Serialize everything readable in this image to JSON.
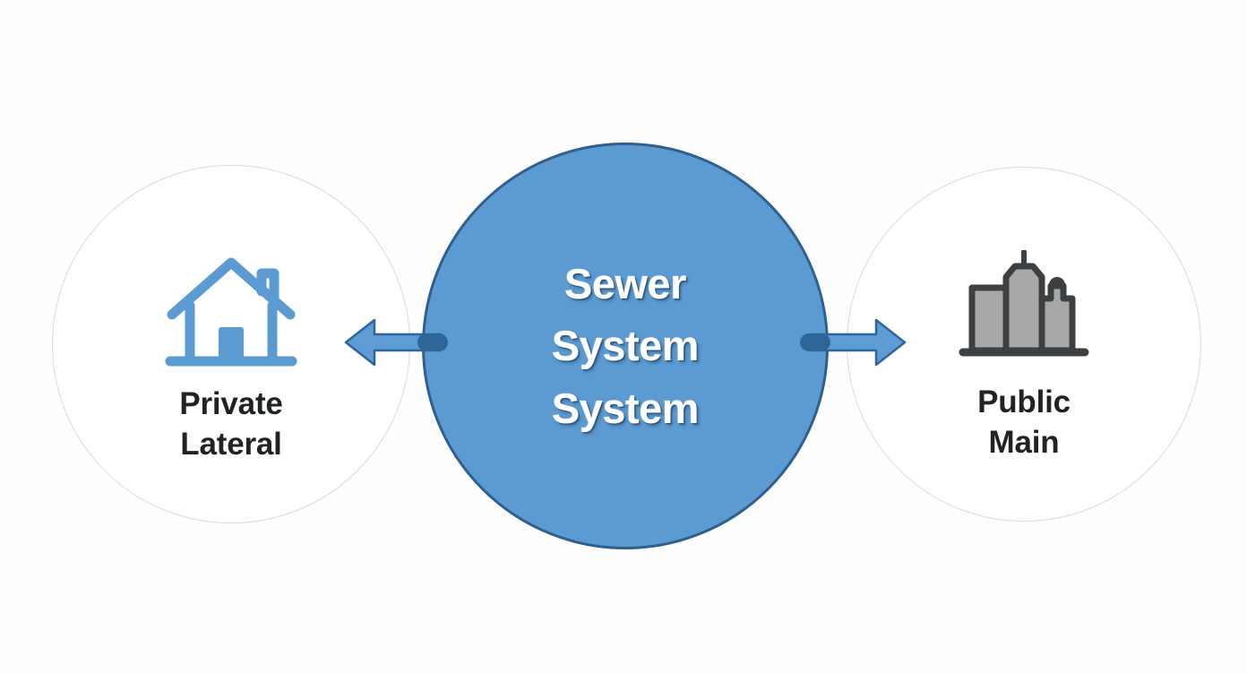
{
  "diagram": {
    "type": "hub-and-spoke",
    "background_color": "#fefefe",
    "hub": {
      "label": "Sewer\nSystem\nSystem",
      "lines": [
        "Sewer",
        "System",
        "System"
      ],
      "fill_color": "#5b9bd1",
      "border_color": "#2f5f8f",
      "text_color": "#ffffff"
    },
    "nodes": [
      {
        "id": "private-lateral",
        "label": "Private\nLateral",
        "lines": [
          "Private",
          "Lateral"
        ],
        "icon": "house-icon",
        "icon_color": "#5b9bd1",
        "side": "left",
        "circle_border_color": "#dadada",
        "circle_fill_color": "#ffffff",
        "text_color": "#1f2326"
      },
      {
        "id": "public-main",
        "label": "Public\nMain",
        "lines": [
          "Public",
          "Main"
        ],
        "icon": "city-buildings-icon",
        "icon_color": "#a8a8a8",
        "icon_outline_color": "#3d4043",
        "side": "right",
        "circle_border_color": "#dadada",
        "circle_fill_color": "#ffffff",
        "text_color": "#1f2326"
      }
    ],
    "connectors": [
      {
        "id": "hub-to-private-lateral",
        "direction": "left",
        "from": "Sewer System System",
        "to": "Private Lateral",
        "fill_color": "#5f9bd5",
        "border_color": "#2f6699"
      },
      {
        "id": "hub-to-public-main",
        "direction": "right",
        "from": "Sewer System System",
        "to": "Public Main",
        "fill_color": "#5f9bd5",
        "border_color": "#2f6699"
      }
    ]
  }
}
